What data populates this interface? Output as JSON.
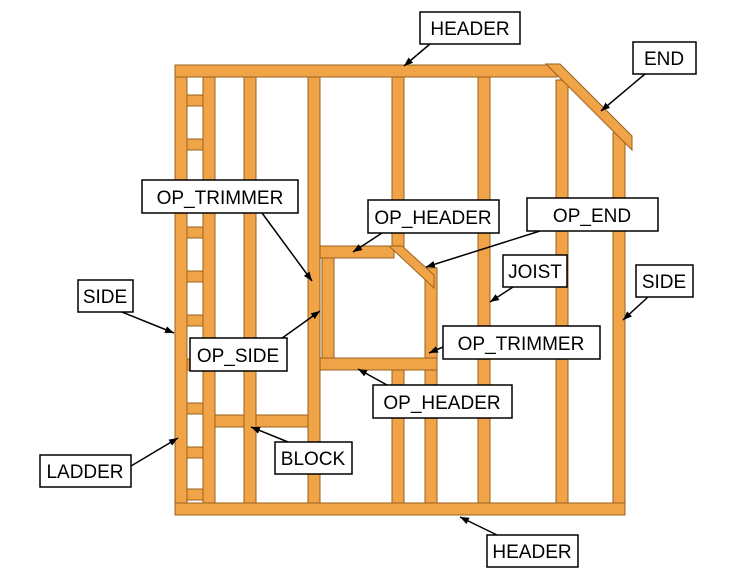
{
  "diagram": {
    "colors": {
      "wood_fill": "#F0A447",
      "wood_stroke": "#99621E",
      "label_bg": "#FFFFFF",
      "label_border": "#000000",
      "arrow": "#000000"
    },
    "labels": {
      "header_top": "HEADER",
      "end": "END",
      "op_trimmer_left": "OP_TRIMMER",
      "op_header_top": "OP_HEADER",
      "op_end": "OP_END",
      "joist": "JOIST",
      "side_right": "SIDE",
      "side_left": "SIDE",
      "op_side": "OP_SIDE",
      "op_trimmer_right": "OP_TRIMMER",
      "op_header_bottom": "OP_HEADER",
      "block": "BLOCK",
      "ladder": "LADDER",
      "header_bottom": "HEADER"
    }
  }
}
